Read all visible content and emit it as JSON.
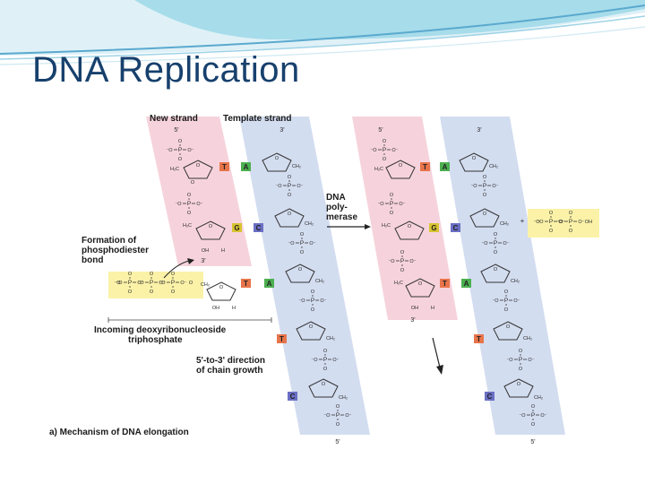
{
  "slide": {
    "title": "DNA Replication"
  },
  "figure": {
    "labels": {
      "new_strand": "New strand",
      "template_strand": "Template strand",
      "enzyme_line1": "DNA",
      "enzyme_line2": "poly-",
      "enzyme_line3": "merase",
      "formation_line1": "Formation of",
      "formation_line2": "phosphodiester",
      "formation_line3": "bond",
      "incoming_line1": "Incoming deoxyribonucleoside",
      "incoming_line2": "triphosphate",
      "direction_line1": "5'-to-3' direction",
      "direction_line2": "of chain growth",
      "caption": "a) Mechanism of DNA elongation"
    },
    "ends": {
      "five_prime": "5'",
      "three_prime": "3'"
    },
    "atoms": {
      "phosphorus": "P",
      "oxygen": "O",
      "ch2": "CH₂",
      "h2c": "H₂C",
      "oh": "OH",
      "h": "H",
      "o_minus": "O⁻",
      "minus_o": "⁻O",
      "oh_group": "OH",
      "plus": "+"
    },
    "left_panel": {
      "new_strand_bases": [
        "T",
        "G",
        "T"
      ],
      "template_bases": [
        "A",
        "C",
        "A",
        "T",
        "C"
      ]
    },
    "right_panel": {
      "new_strand_bases": [
        "T",
        "G",
        "T"
      ],
      "template_bases": [
        "A",
        "C",
        "A",
        "T",
        "C"
      ]
    },
    "base_colors": {
      "T": "#e8744a",
      "A": "#4caf50",
      "G": "#d8c430",
      "C": "#6a6fc4"
    }
  }
}
